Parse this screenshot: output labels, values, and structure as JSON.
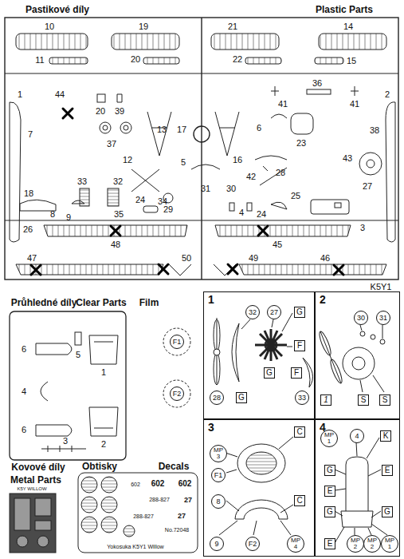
{
  "diagram": {
    "nodes": [
      {
        "text": [
          "F1"
        ]
      },
      {
        "text": [
          "F2"
        ]
      },
      {
        "text": [
          "1"
        ]
      },
      {
        "text": [
          "32"
        ],
        "in": 2
      },
      {
        "text": [
          "27"
        ],
        "in": 2
      },
      {
        "text": [
          "G"
        ],
        "in": 2
      },
      {
        "text": [
          "F"
        ],
        "in": 2
      },
      {
        "text": [
          "G"
        ],
        "in": 2
      },
      {
        "text": [
          "F"
        ],
        "in": 2
      },
      {
        "text": [
          "28"
        ],
        "in": 2
      },
      {
        "text": [
          "G"
        ],
        "in": 2
      },
      {
        "text": [
          "33"
        ],
        "in": 2
      },
      {
        "text": [
          "2"
        ]
      },
      {
        "text": [
          "30"
        ],
        "in": 12
      },
      {
        "text": [
          "31"
        ],
        "in": 12
      },
      {
        "text": [
          "1"
        ],
        "in": 12
      },
      {
        "text": [
          "S"
        ],
        "in": 12
      },
      {
        "text": [
          "S"
        ],
        "in": 12
      },
      {
        "text": [
          "3"
        ]
      },
      {
        "text": [
          "C"
        ],
        "in": 18
      },
      {
        "text": [
          "MP 3"
        ],
        "in": 18
      },
      {
        "text": [
          "F1"
        ],
        "in": 18
      },
      {
        "text": [
          "8"
        ],
        "in": 18
      },
      {
        "text": [
          "C"
        ],
        "in": 18
      },
      {
        "text": [
          "9"
        ],
        "in": 18
      },
      {
        "text": [
          "F2"
        ],
        "in": 18
      },
      {
        "text": [
          "MP 4"
        ],
        "in": 18
      },
      {
        "text": [
          "4"
        ]
      },
      {
        "text": [
          "MP 1"
        ],
        "in": 27
      },
      {
        "text": [
          "4"
        ],
        "in": 27
      },
      {
        "text": [
          "K"
        ],
        "in": 27
      },
      {
        "text": [
          "G"
        ],
        "in": 27
      },
      {
        "text": [
          "E"
        ],
        "in": 27
      },
      {
        "text": [
          "G"
        ],
        "in": 27
      },
      {
        "text": [
          "E"
        ],
        "in": 27
      },
      {
        "text": [
          "G"
        ],
        "in": 27
      },
      {
        "text": [
          "E"
        ],
        "in": 27
      },
      {
        "text": [
          "MP 2"
        ],
        "in": 27
      },
      {
        "text": [
          "MP 2"
        ],
        "in": 27
      },
      {
        "text": [
          "MP 1"
        ],
        "in": 27
      }
    ],
    "labels": [
      "Pastikové díly",
      "Plastic Parts",
      "10",
      "19",
      "21",
      "14",
      "11",
      "20",
      "22",
      "15",
      "1",
      "44",
      "36",
      "2",
      "20",
      "39",
      "41",
      "41",
      "7",
      "37",
      "13",
      "17",
      "6",
      "38",
      "12",
      "16",
      "23",
      "43",
      "33",
      "32",
      "5",
      "28",
      "27",
      "18",
      "35",
      "34",
      "31",
      "30",
      "42",
      "8",
      "9",
      "24",
      "29",
      "4",
      "24",
      "25",
      "3",
      "26",
      "48",
      "45",
      "47",
      "50",
      "49",
      "46",
      "K5Y1",
      "Průhledné díly",
      "Clear Parts",
      "Film",
      "6",
      "5",
      "1",
      "4",
      "6",
      "3",
      "2",
      "Kovové díly",
      "Metal Parts",
      "Obtisky",
      "Decals",
      "K5Y WILLOW",
      "602",
      "602",
      "602",
      "288-827",
      "27",
      "288-827",
      "27",
      "No.72048",
      "Yokosuka K5Y1 Willow"
    ]
  }
}
